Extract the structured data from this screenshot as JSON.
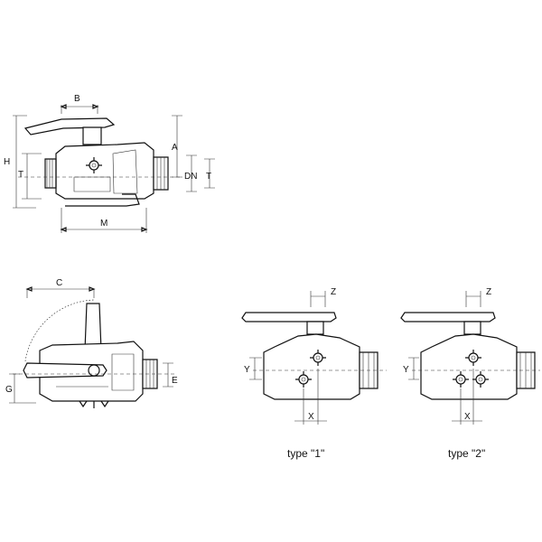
{
  "dimensions": {
    "B": "B",
    "H": "H",
    "A": "A",
    "T_left": "T",
    "DN": "DN",
    "T_right": "T",
    "M": "M",
    "C": "C",
    "G": "G",
    "E": "E",
    "Z1": "Z",
    "Y1": "Y",
    "X1": "X",
    "Z2": "Z",
    "Y2": "Y",
    "X2": "X"
  },
  "captions": {
    "type1": "type \"1\"",
    "type2": "type \"2\""
  }
}
